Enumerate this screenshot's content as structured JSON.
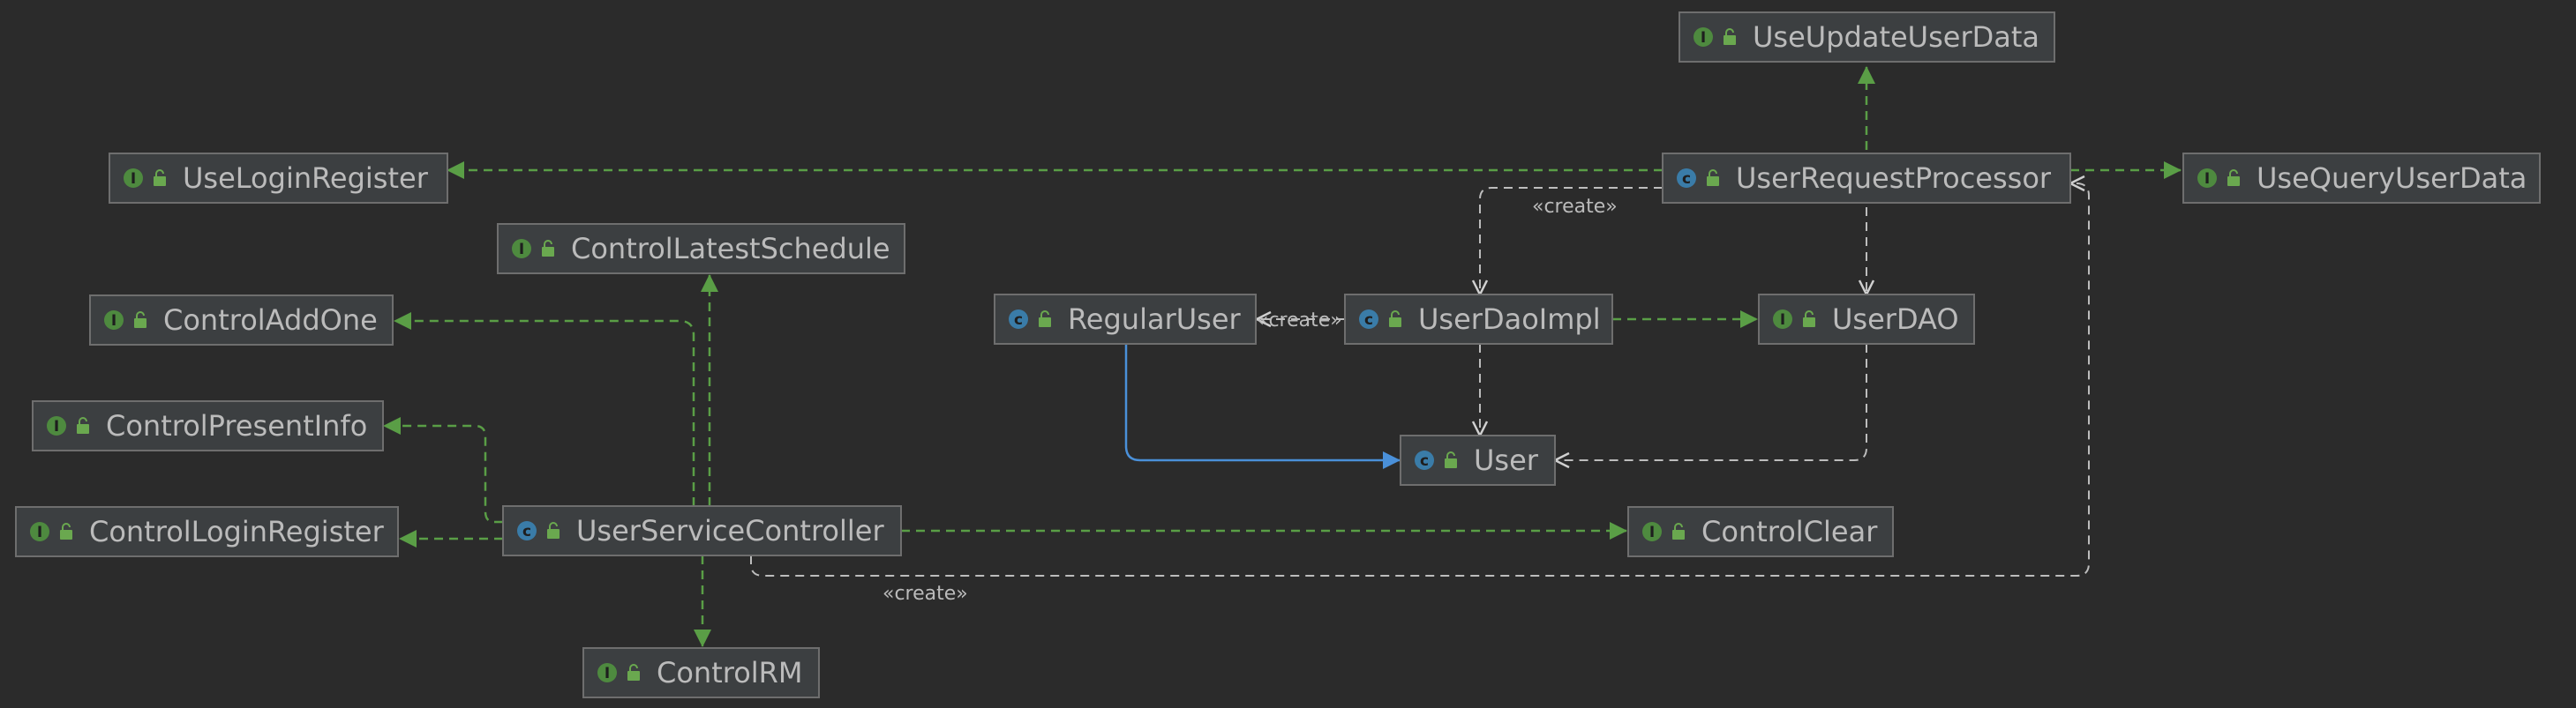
{
  "diagram": {
    "nodes": {
      "use_update_user_data": {
        "label": "UseUpdateUserData",
        "kind": "I"
      },
      "use_login_register": {
        "label": "UseLoginRegister",
        "kind": "I"
      },
      "user_request_processor": {
        "label": "UserRequestProcessor",
        "kind": "C"
      },
      "use_query_user_data": {
        "label": "UseQueryUserData",
        "kind": "I"
      },
      "control_latest_schedule": {
        "label": "ControlLatestSchedule",
        "kind": "I"
      },
      "control_add_one": {
        "label": "ControlAddOne",
        "kind": "I"
      },
      "regular_user": {
        "label": "RegularUser",
        "kind": "C"
      },
      "user_dao_impl": {
        "label": "UserDaoImpl",
        "kind": "C"
      },
      "user_dao": {
        "label": "UserDAO",
        "kind": "I"
      },
      "control_present_info": {
        "label": "ControlPresentInfo",
        "kind": "I"
      },
      "user": {
        "label": "User",
        "kind": "C"
      },
      "control_login_register": {
        "label": "ControlLoginRegister",
        "kind": "I"
      },
      "user_service_controller": {
        "label": "UserServiceController",
        "kind": "C"
      },
      "control_clear": {
        "label": "ControlClear",
        "kind": "I"
      },
      "control_rm": {
        "label": "ControlRM",
        "kind": "I"
      }
    },
    "stereotypes": {
      "create_processor_daoimpl": "«create»",
      "create_daoimpl_regularuser": "«create»",
      "create_controller_processor": "«create»"
    }
  }
}
